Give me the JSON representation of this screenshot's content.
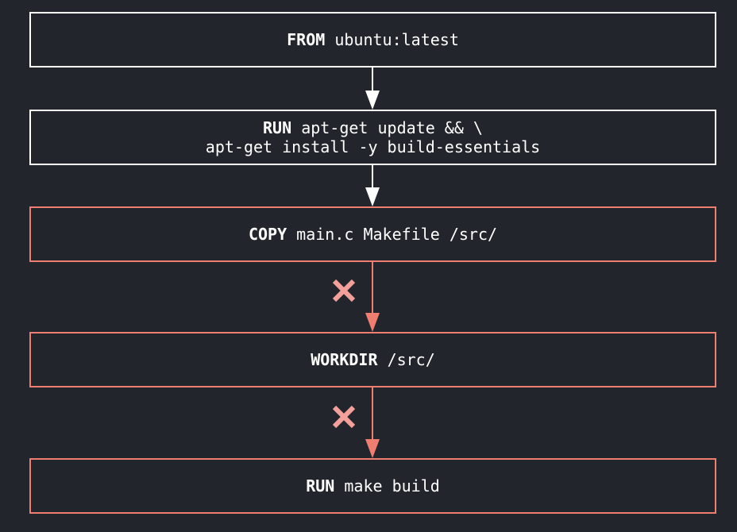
{
  "steps": [
    {
      "keyword": "FROM",
      "lines": [
        "ubuntu:latest"
      ],
      "status": "cached"
    },
    {
      "keyword": "RUN",
      "lines": [
        "apt-get update && \\",
        "apt-get install -y build-essentials"
      ],
      "status": "cached"
    },
    {
      "keyword": "COPY",
      "lines": [
        "main.c Makefile /src/"
      ],
      "status": "invalidated"
    },
    {
      "keyword": "WORKDIR",
      "lines": [
        "/src/"
      ],
      "status": "invalidated"
    },
    {
      "keyword": "RUN",
      "lines": [
        "make build"
      ],
      "status": "invalidated"
    }
  ],
  "connectors": [
    {
      "from": 0,
      "to": 1,
      "broken": false
    },
    {
      "from": 1,
      "to": 2,
      "broken": false
    },
    {
      "from": 2,
      "to": 3,
      "broken": true
    },
    {
      "from": 3,
      "to": 4,
      "broken": true
    }
  ],
  "colors": {
    "background": "#22262c",
    "cached": "#ffffff",
    "invalidated": "#f07e70",
    "cross": "#f4a09a"
  }
}
